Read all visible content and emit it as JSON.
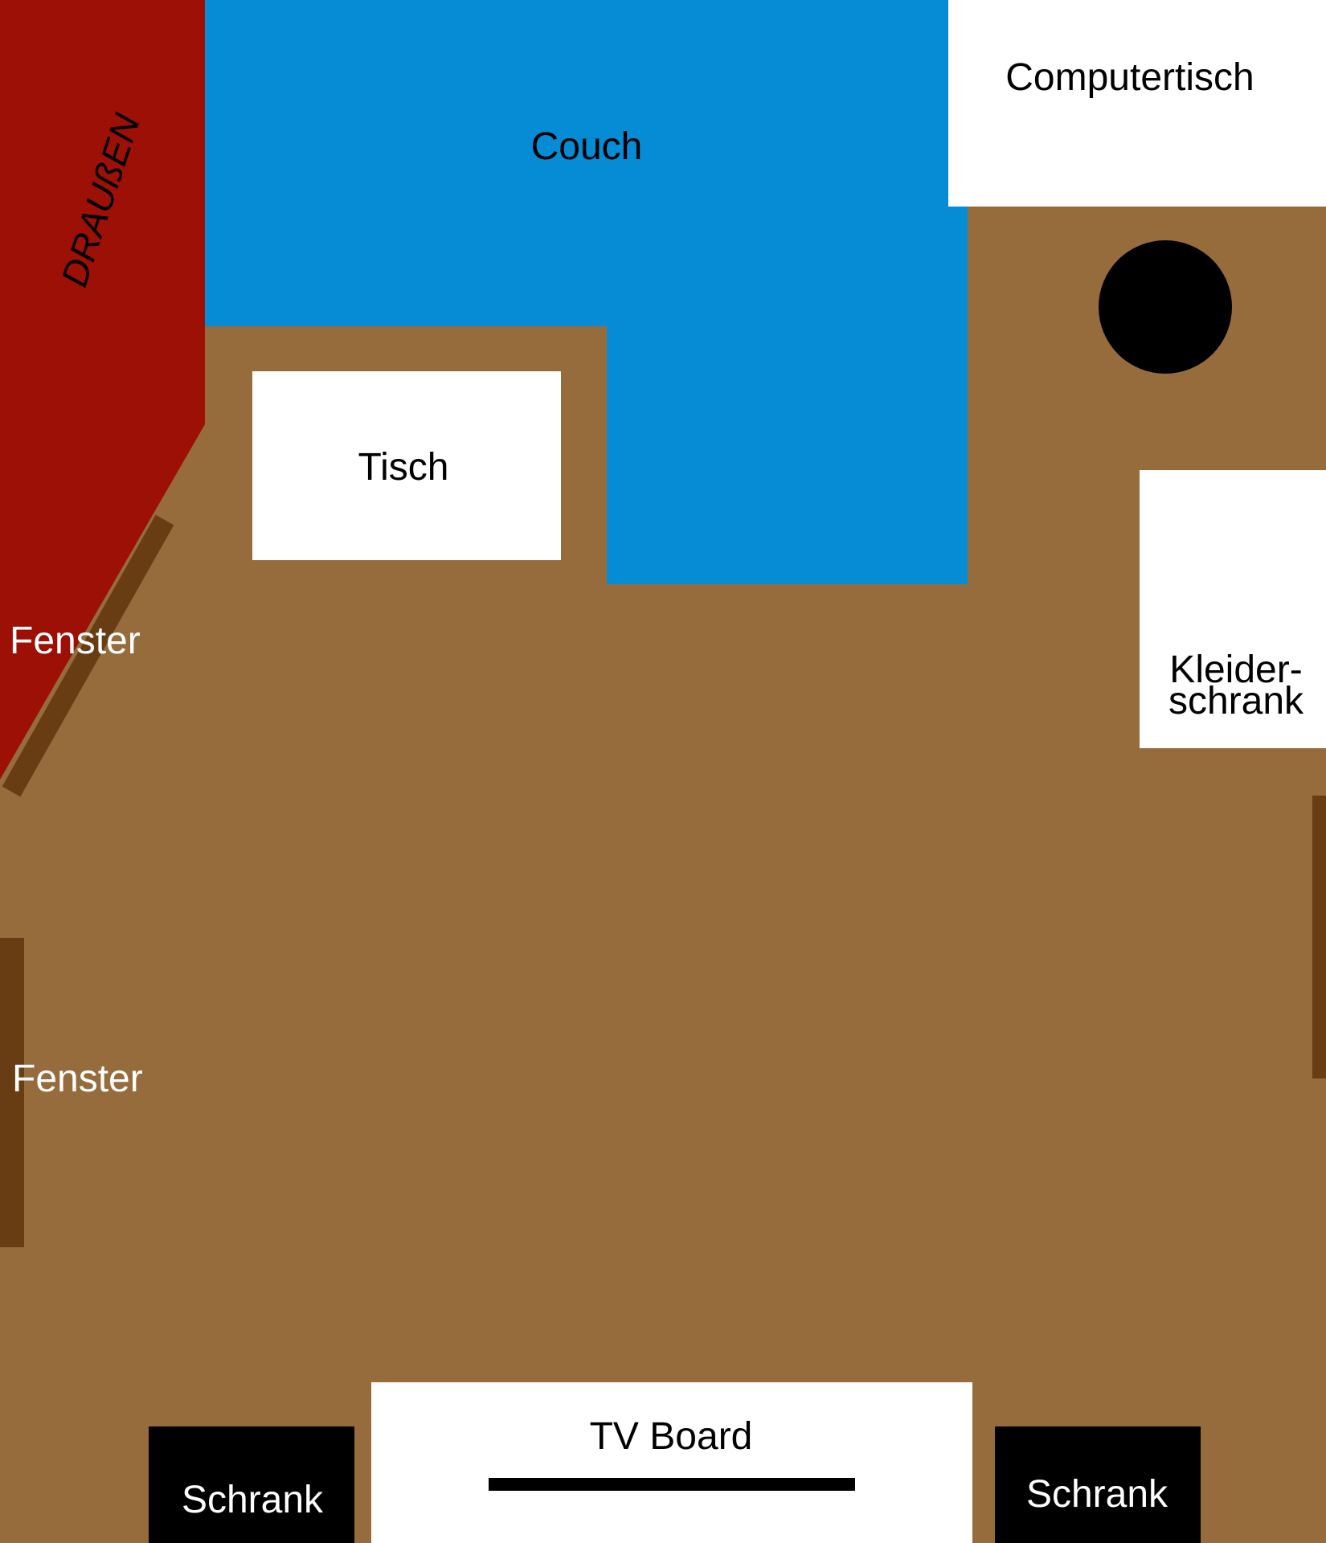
{
  "colors": {
    "floor": "#966c3d",
    "outside": "#9c1006",
    "couch": "#058cd5",
    "furniture": "#ffffff",
    "dark_furniture": "#000000",
    "window_frame": "#683d14",
    "text_dark": "#000000",
    "text_light": "#ffffff"
  },
  "labels": {
    "outside": "DRAUßEN",
    "couch": "Couch",
    "computer_desk": "Computertisch",
    "table": "Tisch",
    "wardrobe_line1": "Kleider-",
    "wardrobe_line2": "schrank",
    "window_upper": "Fenster",
    "window_lower": "Fenster",
    "tv_board": "TV Board",
    "cabinet_left": "Schrank",
    "cabinet_right": "Schrank"
  }
}
